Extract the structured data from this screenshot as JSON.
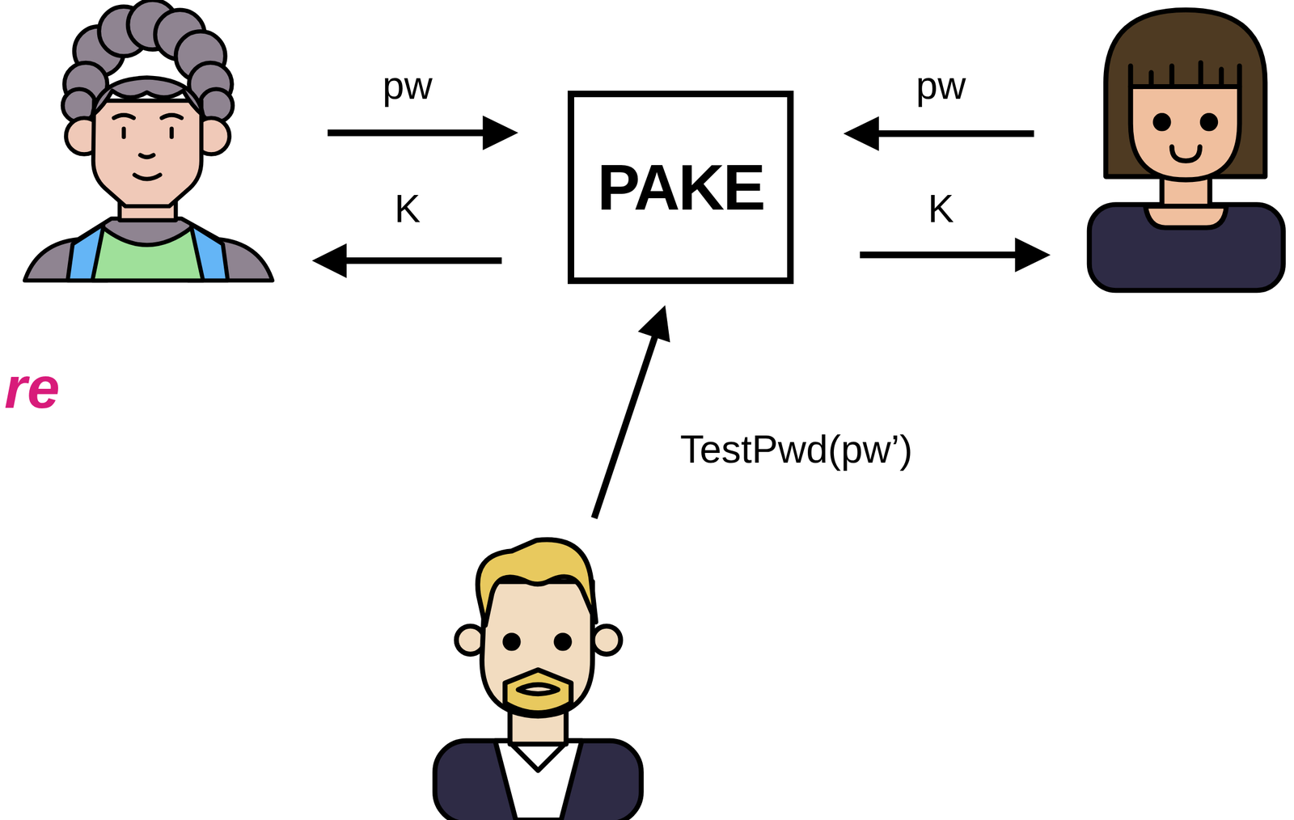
{
  "diagram": {
    "nodes": [
      {
        "text": [
          "PAKE"
        ]
      }
    ],
    "labels": [
      "pw",
      "K",
      "pw",
      "K",
      "TestPwd(pw’)",
      "re"
    ]
  }
}
